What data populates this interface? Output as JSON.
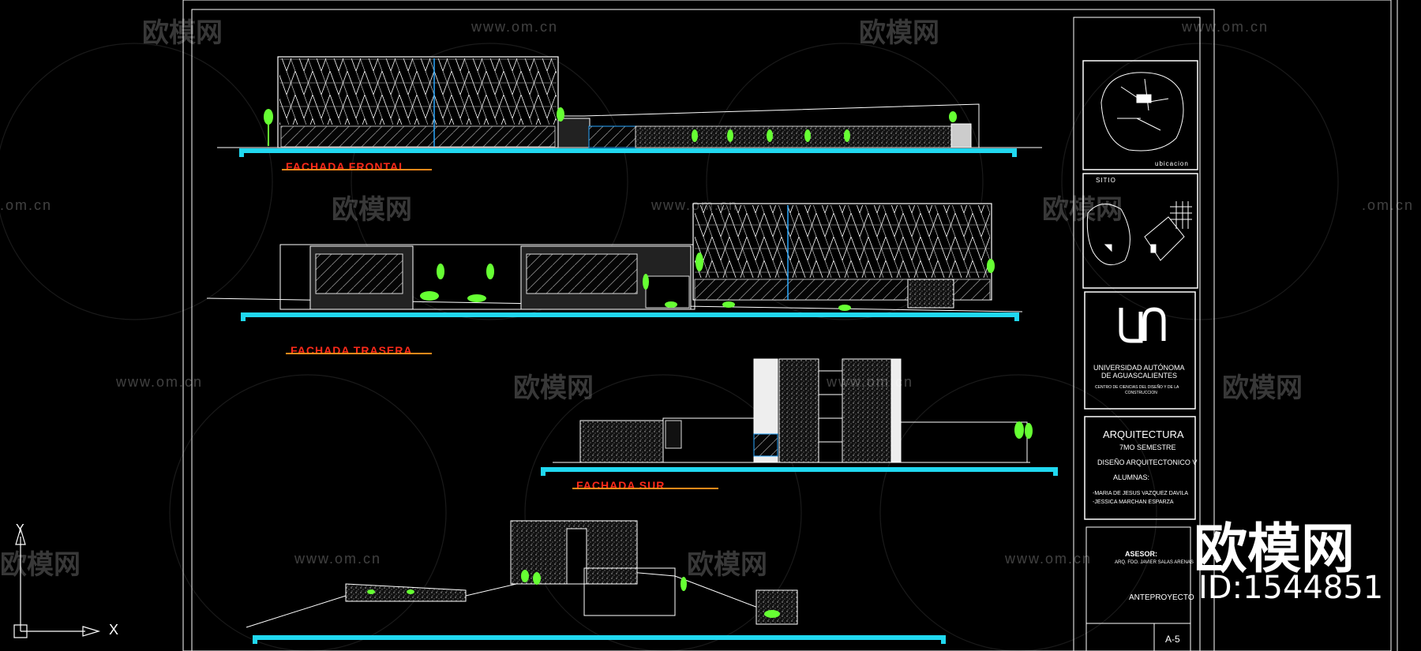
{
  "drawing": {
    "labels": {
      "front": "FACHADA FRONTAL",
      "back": "FACHADA TRASERA",
      "south": "FACHADA SUR"
    },
    "ucs": {
      "x": "X",
      "y": "Y"
    },
    "colors": {
      "ground": "#20d8f0",
      "lines": "#ffffff",
      "label": "#ff2a1a",
      "underline": "#ff8a1a",
      "trees": "#66ff33"
    }
  },
  "title_block": {
    "ubicacion": "ubicacion",
    "sitio": "SITIO",
    "university": [
      "UNIVERSIDAD AUTÓNOMA",
      "DE AGUASCALIENTES"
    ],
    "center": [
      "CENTRO DE CIENCIAS DEL DISEÑO Y DE LA",
      "CONSTRUCCION"
    ],
    "career": "ARQUITECTURA",
    "semester": "7MO SEMESTRE",
    "course": "DISEÑO ARQUITECTONICO V",
    "students_label": "ALUMNAS:",
    "students": [
      "-MARIA DE JESUS VAZQUEZ DAVILA",
      "-JESSICA MARCHAN ESPARZA"
    ],
    "advisor_label": "ASESOR:",
    "advisor": "ARQ. FDO. JAVIER SALAS ARENAS",
    "phase": "ANTEPROYECTO",
    "sheet": "A-5"
  },
  "watermark": {
    "cn": "欧模网",
    "url": "www.om.cn",
    "url_short": ".om.cn",
    "big_cn": "欧模网",
    "id": "ID:1544851"
  }
}
